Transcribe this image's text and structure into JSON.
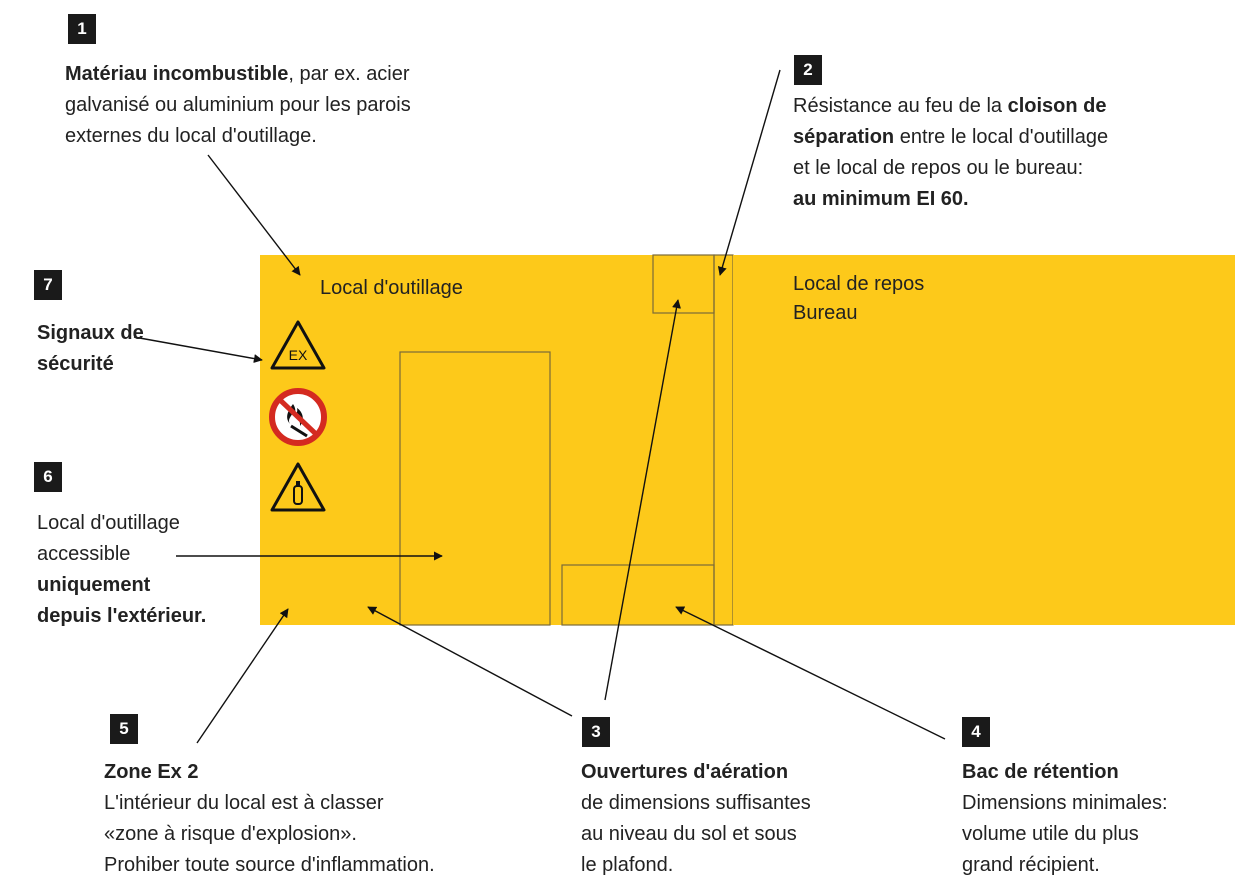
{
  "colors": {
    "room_fill": "#FDC91A",
    "room_stroke": "#7a6a3a",
    "badge": "#1a1a1a",
    "arrow": "#111111",
    "sign_red": "#d42a20"
  },
  "rooms": {
    "tool_room_label": "Local d'outillage",
    "rest_room_label_line1": "Local de repos",
    "rest_room_label_line2": "Bureau"
  },
  "signs": [
    {
      "icon": "ex-warning-sign-icon",
      "text": "EX"
    },
    {
      "icon": "no-fire-sign-icon"
    },
    {
      "icon": "gas-cylinder-warning-sign-icon"
    }
  ],
  "callouts": {
    "c1": {
      "number": "1",
      "bold": "Matériau incombustible",
      "line1_rest": ", par ex. acier",
      "line2": "galvanisé ou aluminium pour les parois",
      "line3": "externes du local d'outillage."
    },
    "c2": {
      "number": "2",
      "line1_a": "Résistance au feu de la ",
      "line1_b": "cloison de",
      "line2_a": "séparation",
      "line2_b": " entre le local d'outillage",
      "line3": "et le local de repos ou le bureau:",
      "line4": "au minimum EI 60."
    },
    "c3": {
      "number": "3",
      "title": "Ouvertures d'aération",
      "line1": "de dimensions suffisantes",
      "line2": "au niveau du sol et sous",
      "line3": "le plafond."
    },
    "c4": {
      "number": "4",
      "title": "Bac de rétention",
      "line1": "Dimensions minimales:",
      "line2": "volume utile du plus",
      "line3": "grand récipient."
    },
    "c5": {
      "number": "5",
      "title": "Zone Ex 2",
      "line1": "L'intérieur du local est à classer",
      "line2": "«zone à risque d'explosion».",
      "line3": "Prohiber toute source d'inflammation."
    },
    "c6": {
      "number": "6",
      "line1": "Local d'outillage",
      "line2": "accessible",
      "line3": "uniquement",
      "line4": "depuis l'extérieur."
    },
    "c7": {
      "number": "7",
      "line1": "Signaux de",
      "line2": "sécurité"
    }
  }
}
